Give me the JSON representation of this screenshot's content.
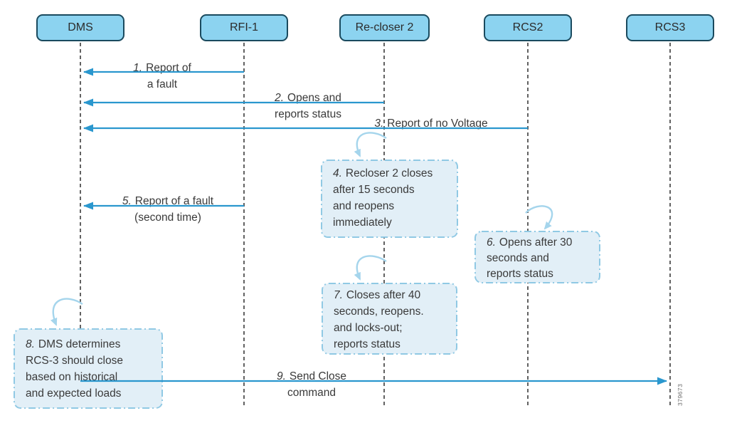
{
  "diagram": {
    "type": "sequence-diagram",
    "actors": [
      {
        "id": "dms",
        "label": "DMS"
      },
      {
        "id": "rfi-1",
        "label": "RFI-1"
      },
      {
        "id": "recloser2",
        "label": "Re-closer 2"
      },
      {
        "id": "rcs2",
        "label": "RCS2"
      },
      {
        "id": "rcs3",
        "label": "RCS3"
      }
    ],
    "messages": [
      {
        "num": "1.",
        "text": "Report of\na fault",
        "from": "RFI-1",
        "to": "DMS"
      },
      {
        "num": "2.",
        "text": "Opens and\nreports status",
        "from": "Re-closer 2",
        "to": "DMS"
      },
      {
        "num": "3.",
        "text": "Report of no Voltage",
        "from": "RCS2",
        "to": "DMS"
      },
      {
        "num": "5.",
        "text": "Report of a fault\n(second time)",
        "from": "RFI-1",
        "to": "DMS"
      },
      {
        "num": "9.",
        "text": "Send Close\ncommand",
        "from": "DMS",
        "to": "RCS3"
      }
    ],
    "notes": [
      {
        "num": "4.",
        "text": "Recloser 2 closes\nafter 15 seconds\nand reopens\nimmediately",
        "actor": "Re-closer 2"
      },
      {
        "num": "6.",
        "text": "Opens after 30\nseconds and\nreports status",
        "actor": "RCS2"
      },
      {
        "num": "7.",
        "text": "Closes after 40\nseconds, reopens.\nand locks-out;\nreports status",
        "actor": "Re-closer 2"
      },
      {
        "num": "8.",
        "text": "DMS determines\nRCS-3 should close\nbased on historical\nand expected loads",
        "actor": "DMS"
      }
    ],
    "figure_number": "379673"
  },
  "colors": {
    "actorFill": "#8CD3F0",
    "actorBorder": "#1A4A5E",
    "arrow": "#2A97CE",
    "loop": "#A5D5EC",
    "noteFill": "#E2EFF7",
    "noteBorder": "#90C9E4",
    "lifeline": "#1E1E1E",
    "text": "#3A3A3A",
    "figGray": "#6E6E6E"
  }
}
